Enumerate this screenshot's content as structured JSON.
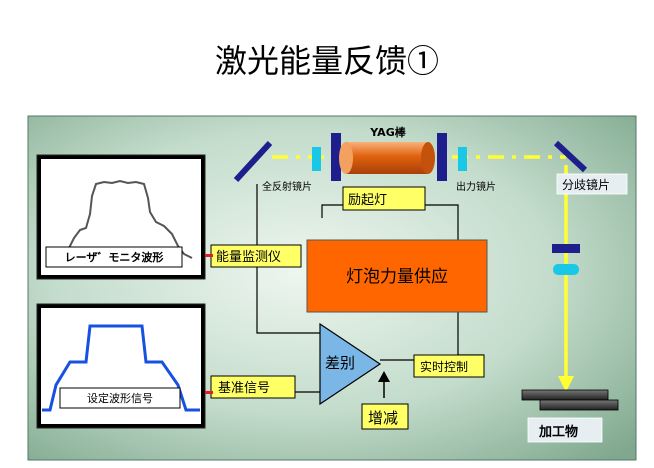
{
  "title": "激光能量反馈①",
  "labels": {
    "yag_rod": "YAG棒",
    "full_mirror": "全反射镜片",
    "output_mirror": "出力镜片",
    "splitter_mirror": "分歧镜片",
    "excitation_lamp": "励起灯",
    "energy_monitor": "能量监测仪",
    "power_supply": "灯泡力量供应",
    "laser_monitor_waveform": "レーザ゛モニタ波形",
    "set_waveform": "设定波形信号",
    "reference_signal": "基准信号",
    "difference": "差别",
    "realtime_control": "实时控制",
    "increase_decrease": "增减",
    "workpiece": "加工物"
  },
  "colors": {
    "background_gradient": [
      "#e8f2ea",
      "#b9d6c2",
      "#7aa488"
    ],
    "label_yellow": "#ffff66",
    "power_supply_orange": "#ff6600",
    "beam_yellow": "#ffff33",
    "mirror_navy": "#1e1e8c",
    "output_cyan": "#19c8e6",
    "rod_orange": "#e0620e",
    "comparator_blue": "#7ab6e6",
    "signal_red": "#e02020",
    "waveform_blue": "#1850e0"
  }
}
